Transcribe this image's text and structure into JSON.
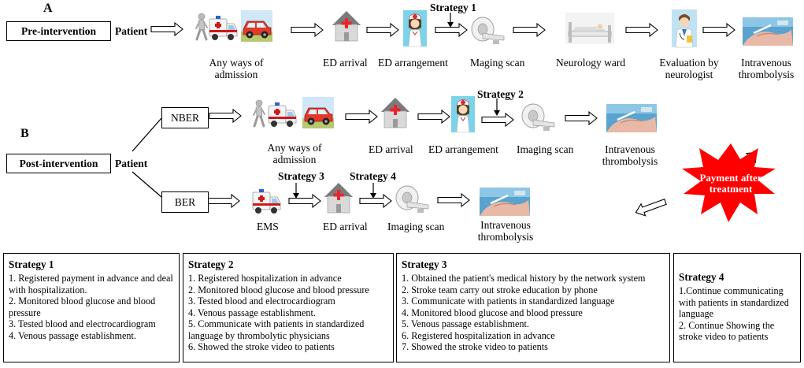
{
  "panel_letters": {
    "a": "A",
    "b": "B"
  },
  "section_a": {
    "phase": "Pre-intervention",
    "patient": "Patient",
    "strategy": "Strategy 1",
    "labels": {
      "admission": "Any ways of admission",
      "ed_arrival": "ED  arrival",
      "ed_arrangement": "ED  arrangement",
      "imaging": "Maging scan",
      "ward": "Neurology ward",
      "evaluation": "Evaluation  by neurologist",
      "thrombolysis": "Intravenous thrombolysis"
    }
  },
  "section_b": {
    "phase": "Post-intervention",
    "patient": "Patient",
    "nber": {
      "label": "NBER",
      "strategy": "Strategy 2",
      "admission": "Any ways of admission",
      "ed_arrival": "ED  arrival",
      "ed_arrangement": "ED  arrangement",
      "imaging": "Imaging  scan",
      "thrombolysis": "Intravenous thrombolysis"
    },
    "ber": {
      "label": "BER",
      "strategy3": "Strategy 3",
      "strategy4": "Strategy 4",
      "ems": "EMS",
      "ed_arrival": "ED  arrival",
      "imaging": "Imaging  scan",
      "thrombolysis": "Intravenous thrombolysis"
    },
    "payment": "Payment after treatment"
  },
  "strategies": [
    {
      "title": "Strategy 1",
      "items": [
        "1. Registered payment in    advance and deal with hospitalization.",
        "2. Monitored blood glucose and blood pressure",
        "3. Tested blood and electrocardiogram",
        "4. Venous passage establishment."
      ]
    },
    {
      "title": "Strategy 2",
      "items": [
        "1. Registered hospitalization in advance",
        "2. Monitored blood glucose and blood pressure",
        "3. Tested blood and electrocardiogram",
        "4. Venous passage establishment.",
        "5. Communicate with patients in standardized language by thrombolytic physicians",
        "6. Showed   the stroke video to patients"
      ]
    },
    {
      "title": "Strategy 3",
      "items": [
        "1. Obtained the patient's medical history by the network system",
        "2. Stroke team carry out stroke education by phone",
        "3. Communicate with patients in standardized language",
        "4. Monitored blood glucose and blood pressure",
        "5. Venous passage establishment.",
        "6. Registered hospitalization in advance",
        "7. Showed   the stroke video to patients"
      ]
    },
    {
      "title": "Strategy 4",
      "items": [
        "1.Continue communicating with patients in standardized language",
        "2. Continue Showing   the stroke video to patients"
      ]
    }
  ],
  "colors": {
    "burst": "#ff0000",
    "burst_text": "#ffffff",
    "line": "#000000",
    "cross": "#e8242c"
  },
  "icons": [
    "walking-person-icon",
    "ambulance-icon",
    "car-icon",
    "hospital-icon",
    "nurse-icon",
    "ct-scanner-icon",
    "hospital-bed-icon",
    "doctor-icon",
    "injection-photo-icon"
  ]
}
